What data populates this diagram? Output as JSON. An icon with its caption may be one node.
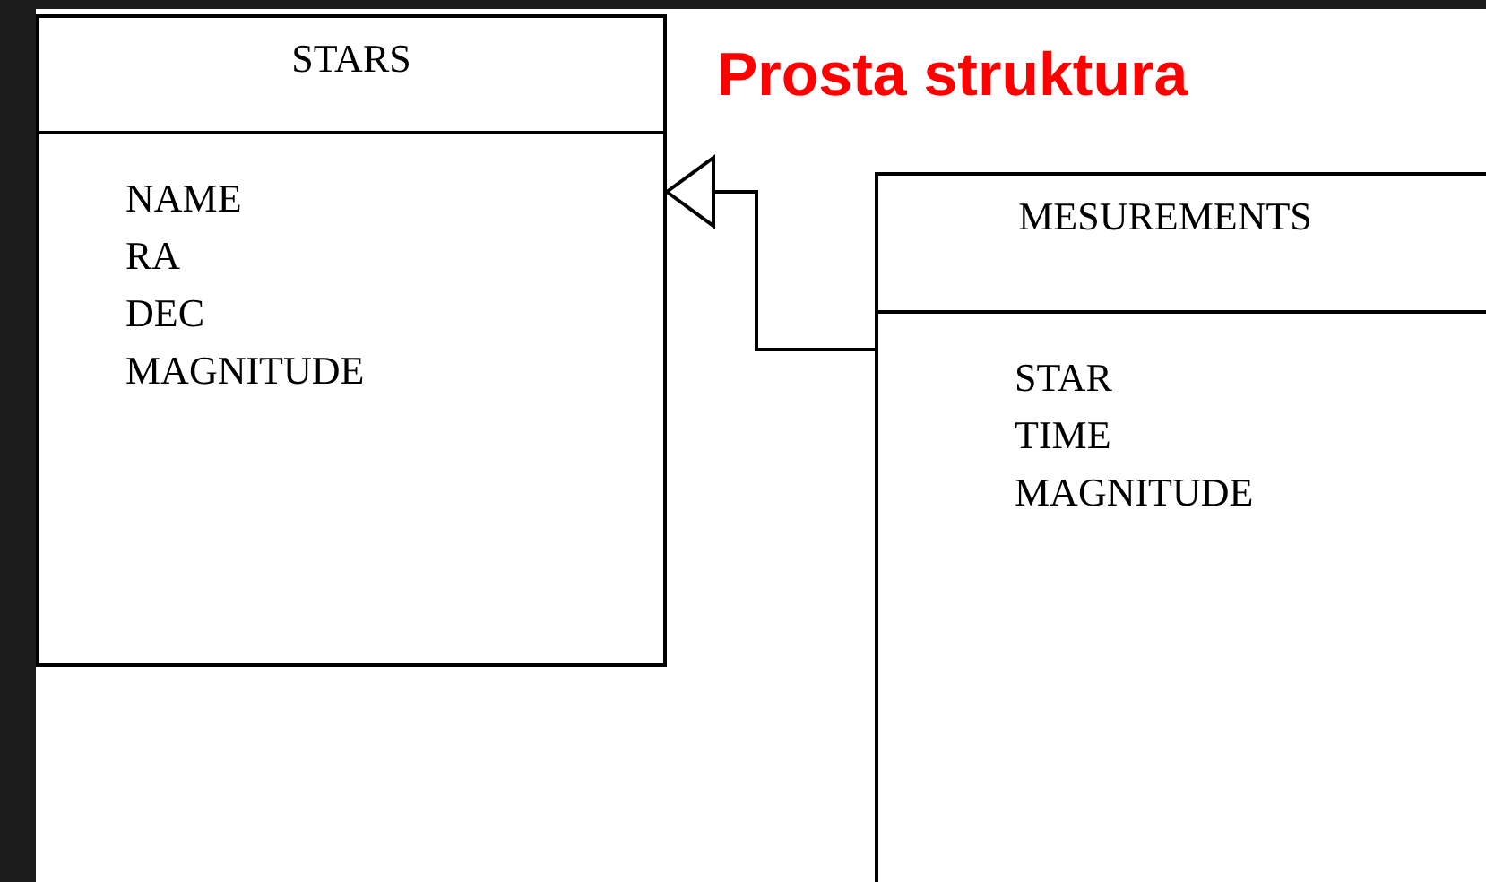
{
  "diagram": {
    "title": "Prosta struktura",
    "nodes": [
      {
        "text": [
          "STARS",
          "NAME",
          "RA",
          "DEC",
          "MAGNITUDE"
        ]
      },
      {
        "text": [
          "MESUREMENTS",
          "STAR",
          "TIME",
          "MAGNITUDE"
        ]
      }
    ],
    "edges": [
      {
        "from": 1,
        "to": 0,
        "arrow": "to"
      }
    ]
  }
}
